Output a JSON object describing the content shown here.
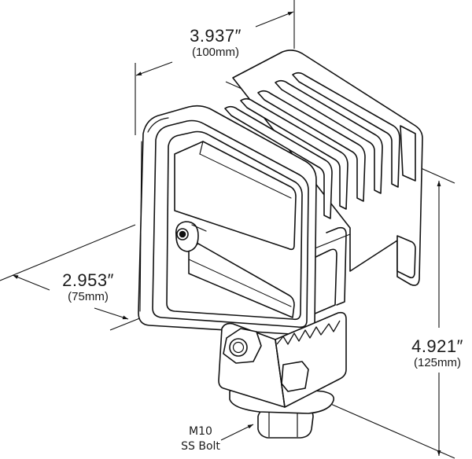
{
  "figure": {
    "subject": "LED work light dimension drawing",
    "line_color": "#111111",
    "background": "#ffffff"
  },
  "dimensions": {
    "width": {
      "inch": "3.937″",
      "mm": "(100mm)"
    },
    "depth": {
      "inch": "2.953″",
      "mm": "(75mm)"
    },
    "height": {
      "inch": "4.921″",
      "mm": "(125mm)"
    }
  },
  "callouts": {
    "bolt": {
      "line1": "M10",
      "line2": "SS Bolt"
    }
  }
}
